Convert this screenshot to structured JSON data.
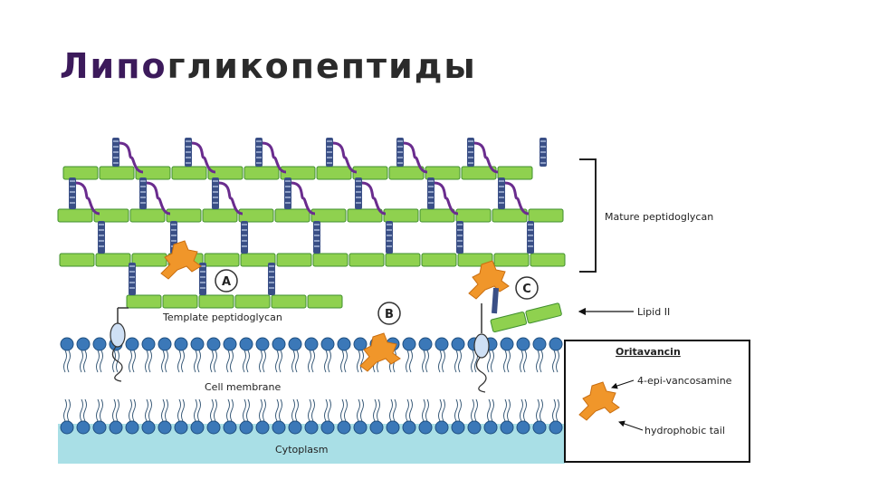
{
  "title": {
    "accent": "Липо",
    "rest": "гликопептиды"
  },
  "labels": {
    "mature": "Mature peptidoglycan",
    "template": "Template peptidoglycan",
    "lipid": "Lipid II",
    "membrane": "Cell membrane",
    "cytoplasm": "Cytoplasm",
    "a": "A",
    "b": "B",
    "c": "C"
  },
  "legend": {
    "title": "Oritavancin",
    "sugar": "4-epi-vancosamine",
    "tail": "hydrophobic tail"
  },
  "colors": {
    "glycan": "#8fd14f",
    "glycan_border": "#3f8f2f",
    "crosslink": "#6a2c8e",
    "peptide": "#3a4f86",
    "lipid_head": "#3b78b8",
    "cytoplasm": "#a9dfe6",
    "drug": "#f0962a",
    "title_accent": "#3c1a5b"
  }
}
